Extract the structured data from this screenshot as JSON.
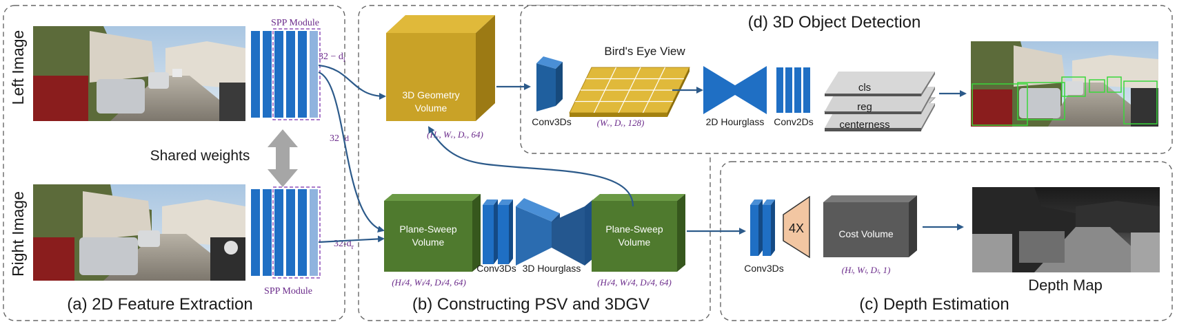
{
  "panels": {
    "a": "(a) 2D Feature Extraction",
    "b": "(b) Constructing PSV and 3DGV",
    "c": "(c) Depth Estimation",
    "d": "(d) 3D Object Detection"
  },
  "feature_extraction": {
    "left_image_label": "Left Image",
    "right_image_label": "Right Image",
    "shared_weights": "Shared weights",
    "spp_top": "SPP Module",
    "spp_bottom": "SPP Module",
    "feat_left": "32 − d",
    "feat_left_sub": "l",
    "feat_right_mid": "32",
    "feat_right_mid_sub": "d",
    "feat_right": "32-d",
    "feat_right_sub": "r"
  },
  "psv": {
    "geometry_volume": [
      "3D Geometry",
      "Volume"
    ],
    "geometry_dims": "(Hᵥ, Wᵥ, Dᵥ, 64)",
    "psv_volume_1": [
      "Plane-Sweep",
      "Volume"
    ],
    "psv_volume_2": [
      "Plane-Sweep",
      "Volume"
    ],
    "psv_dims_1": "(Hₗ/4, Wₗ/4, Dₗ/4, 64)",
    "psv_dims_2": "(Hₗ/4, Wₗ/4, Dₗ/4, 64)",
    "conv3ds": "Conv3Ds",
    "hourglass": "3D Hourglass"
  },
  "detection": {
    "conv3ds": "Conv3Ds",
    "bev": "Bird's Eye View",
    "bev_dims": "(Wᵥ, Dᵥ, 128)",
    "hourglass2d": "2D Hourglass",
    "conv2ds": "Conv2Ds",
    "heads": [
      "cls",
      "reg",
      "centerness"
    ]
  },
  "depth": {
    "conv3ds": "Conv3Ds",
    "upsample": "4X",
    "cost_volume": "Cost Volume",
    "cost_dims": "(Hₗ, Wₗ, Dₗ, 1)",
    "depth_map": "Depth Map"
  },
  "colors": {
    "gold": "#c9a227",
    "green": "#4f7a2e",
    "blue": "#1f6fc4",
    "dark_blue": "#24527f",
    "arrow": "#2c5a8a",
    "grey_volume": "#5a5a5a",
    "upsample": "#f2c6a2"
  }
}
